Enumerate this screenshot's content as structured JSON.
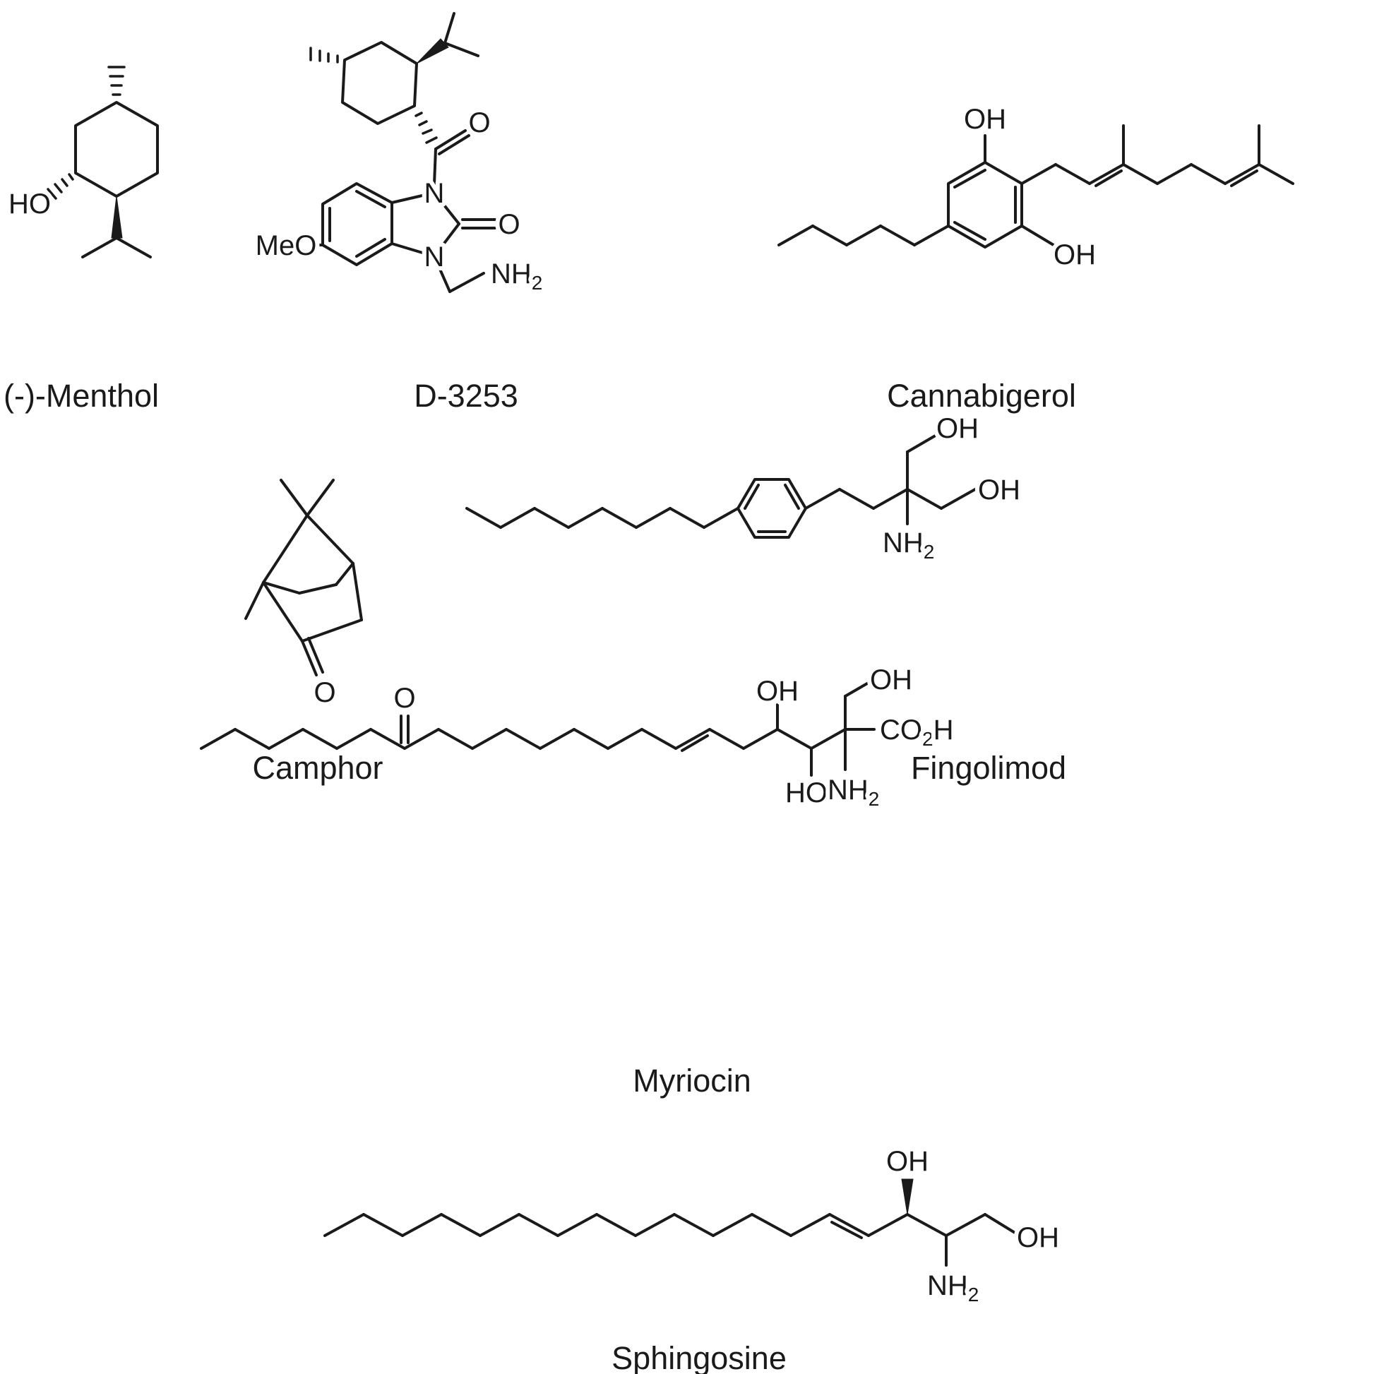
{
  "figure": {
    "background": "#ffffff",
    "line_color": "#1a1a1a",
    "molecules": [
      {
        "name": "(-)-Menthol",
        "atom_labels": {
          "ho": "HO"
        }
      },
      {
        "name": "D-3253",
        "atom_labels": {
          "meo": "MeO",
          "o_amide": "O",
          "n_top": "N",
          "o_c2": "O",
          "n_bottom": "N",
          "nh": "NH",
          "nh_sub": "2"
        }
      },
      {
        "name": "Cannabigerol",
        "atom_labels": {
          "oh_top": "OH",
          "oh_bottom": "OH"
        }
      },
      {
        "name": "Camphor",
        "atom_labels": {
          "o": "O"
        }
      },
      {
        "name": "Fingolimod",
        "atom_labels": {
          "oh_top": "OH",
          "oh_right": "OH",
          "nh": "NH",
          "nh_sub": "2"
        }
      },
      {
        "name": "Myriocin",
        "atom_labels": {
          "o_ketone": "O",
          "oh_chain": "OH",
          "oh_ch2oh": "OH",
          "co": "CO",
          "co_sub": "2",
          "co_h": "H",
          "ho": "HO",
          "nh": "NH",
          "nh_sub": "2"
        }
      },
      {
        "name": "Sphingosine",
        "atom_labels": {
          "oh_c3": "OH",
          "oh_c1": "OH",
          "nh": "NH",
          "nh_sub": "2"
        }
      }
    ]
  }
}
